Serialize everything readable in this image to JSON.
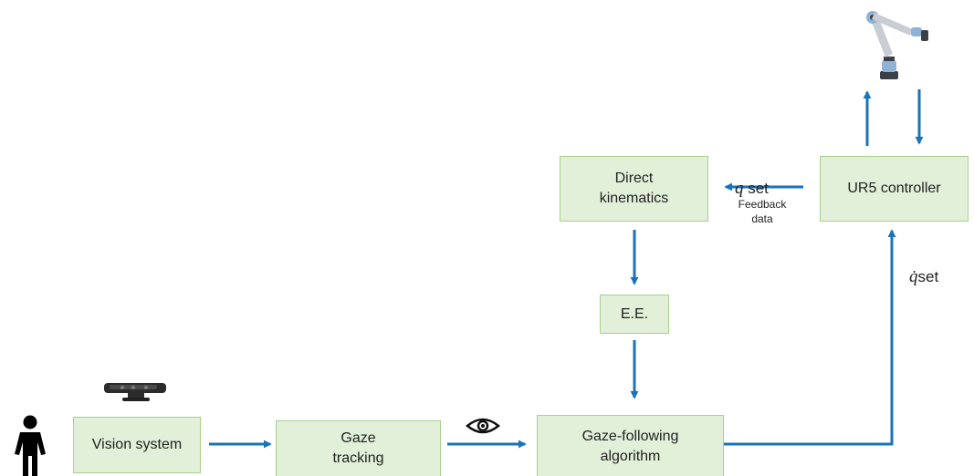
{
  "colors": {
    "block_fill": "#e2efd9",
    "block_border": "#a9d08e",
    "arrow": "#1a73b8",
    "text": "#222222"
  },
  "blocks": {
    "vision_system": "Vision system",
    "gaze_tracking": "Gaze\ntracking",
    "gaze_following": "Gaze-following\nalgorithm",
    "direct_kinematics": "Direct\nkinematics",
    "end_effector": "E.E.",
    "ur5_controller": "UR5 controller"
  },
  "labels": {
    "q_symbol": "q",
    "q_set_suffix": " set",
    "feedback_data": "Feedback\ndata",
    "qdot_symbol": "q̇",
    "qdot_set_suffix": "set"
  },
  "icons": {
    "person": "person-icon",
    "camera": "depth-camera-icon",
    "eye": "eye-icon",
    "robot_arm": "robot-arm-icon"
  }
}
